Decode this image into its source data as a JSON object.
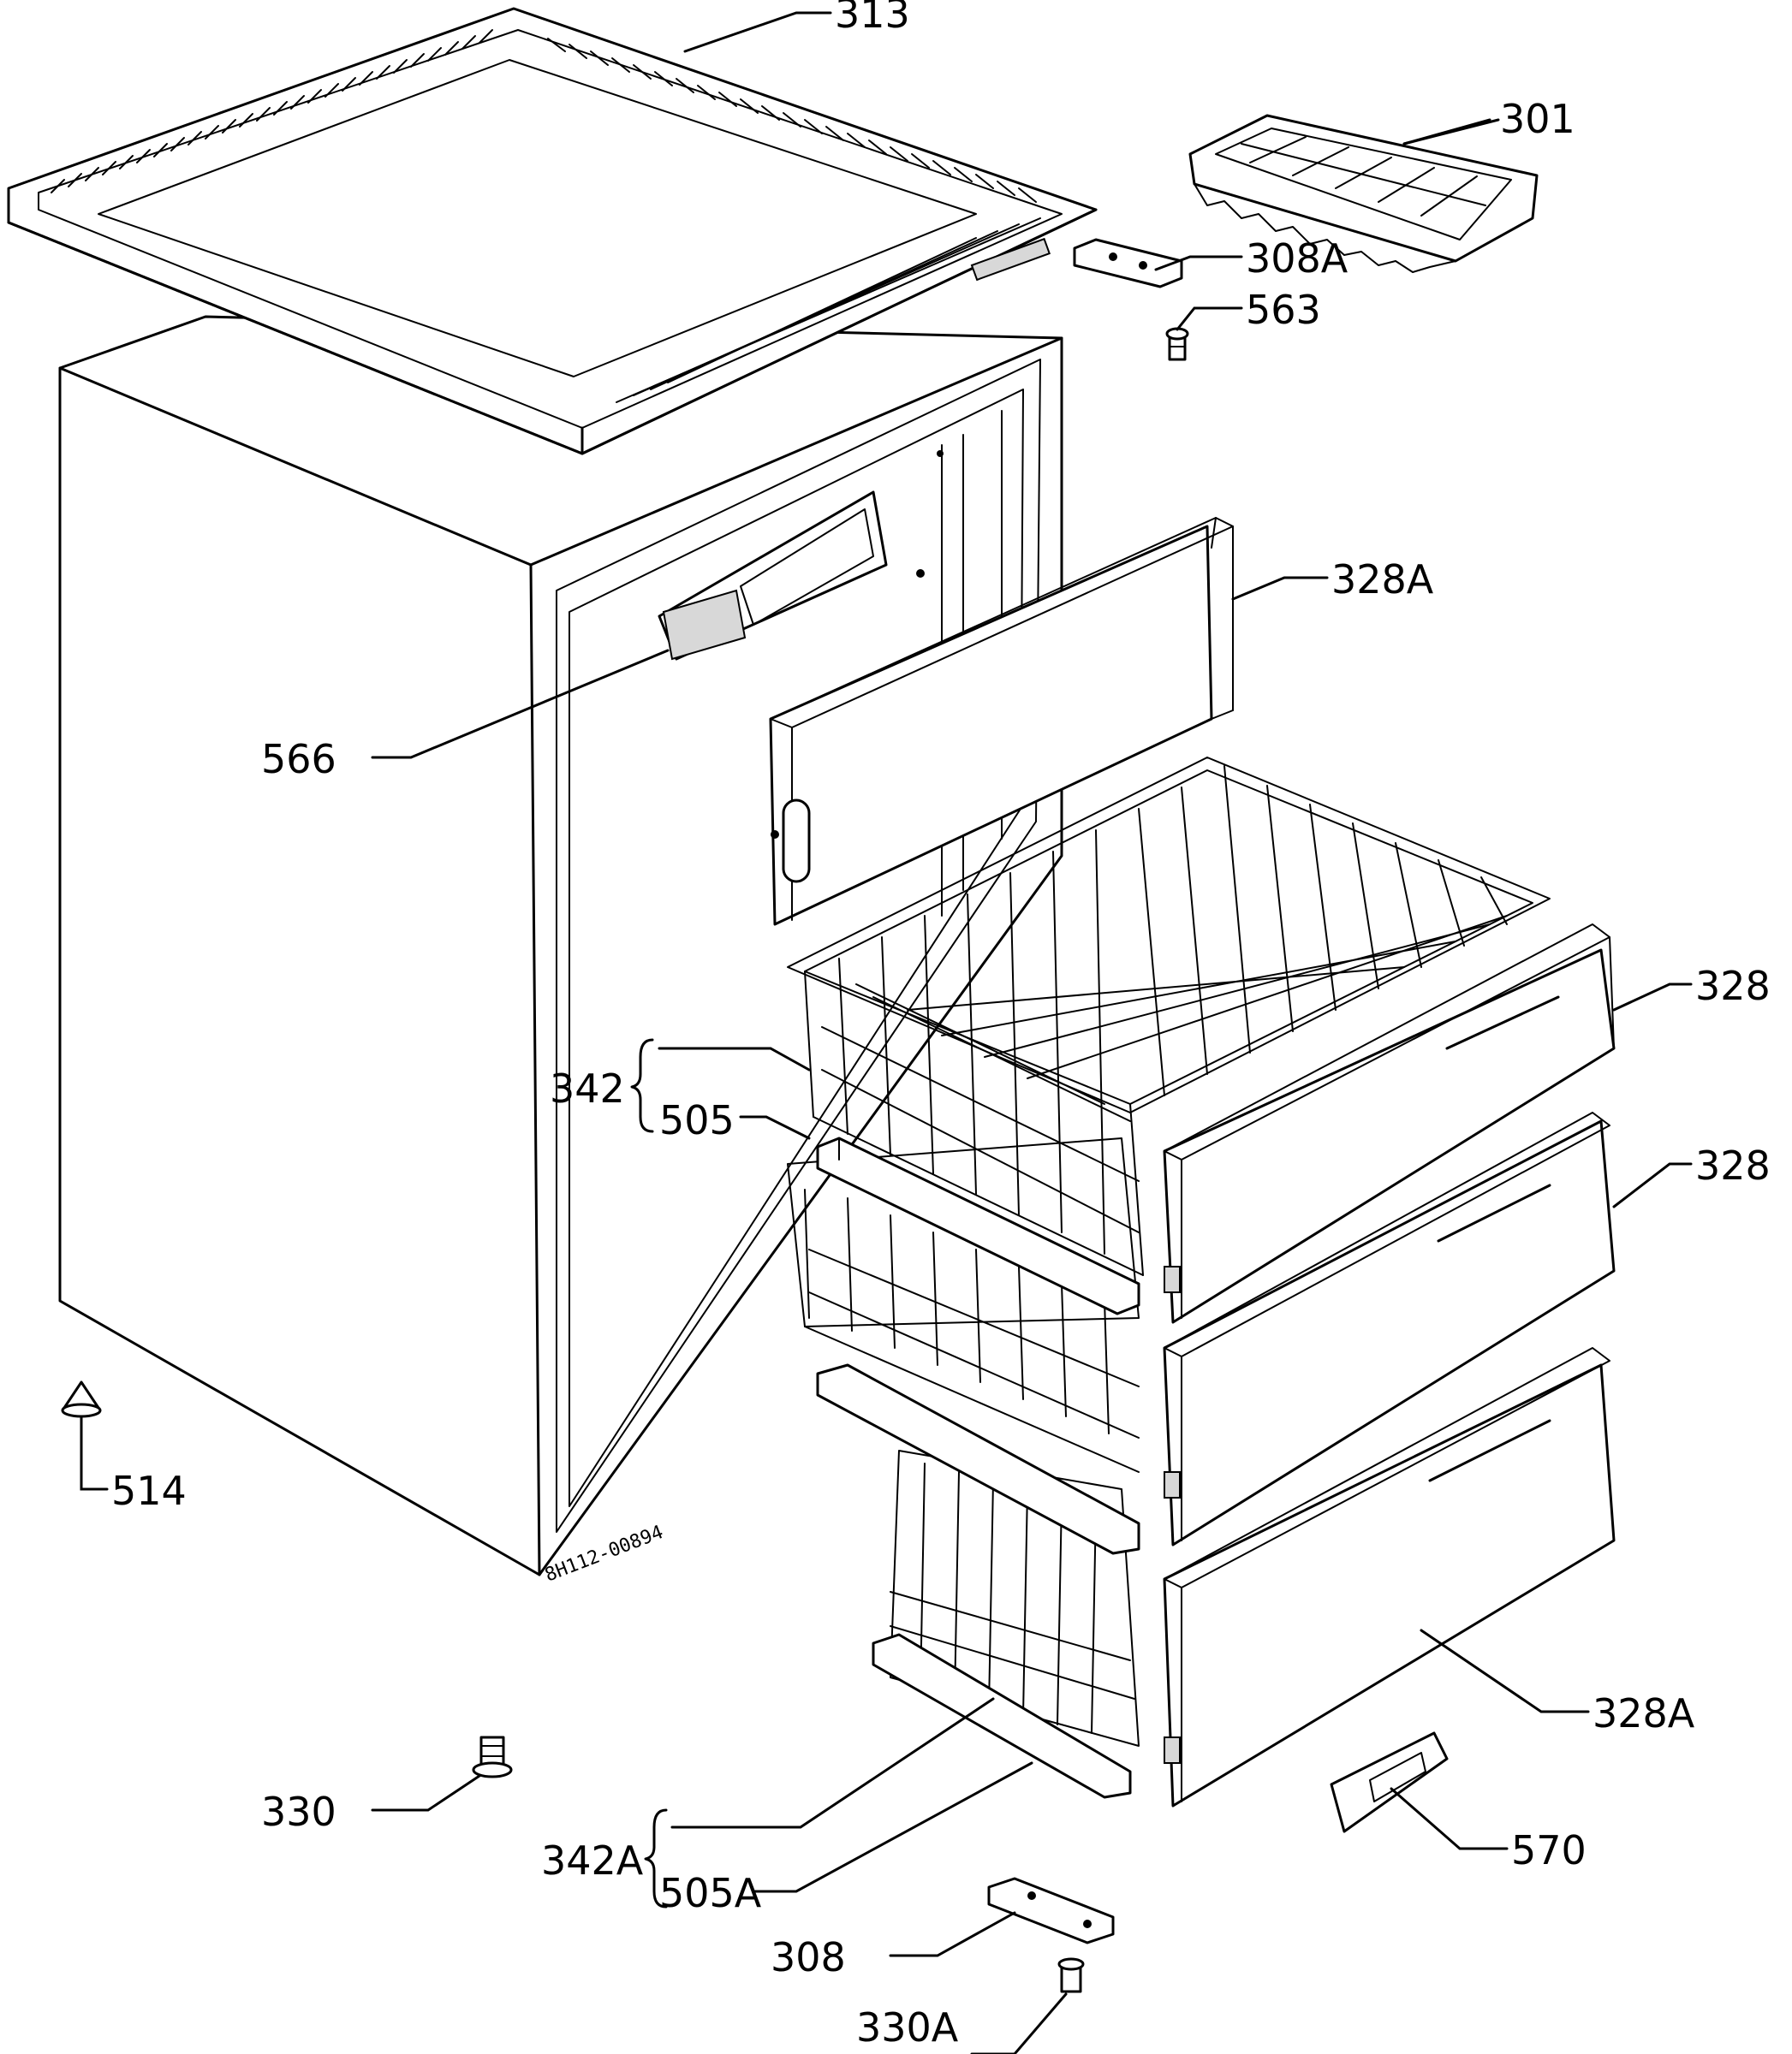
{
  "drawing_code": "8H112-00894",
  "labels": {
    "l313": "313",
    "l301": "301",
    "l308A": "308A",
    "l563": "563",
    "l328A_top": "328A",
    "l566": "566",
    "l328_upper": "328",
    "l328_middle": "328",
    "l342": "342",
    "l505": "505",
    "l514": "514",
    "l328A_bottom": "328A",
    "l330": "330",
    "l570": "570",
    "l342A": "342A",
    "l505A": "505A",
    "l308": "308",
    "l330A": "330A"
  }
}
